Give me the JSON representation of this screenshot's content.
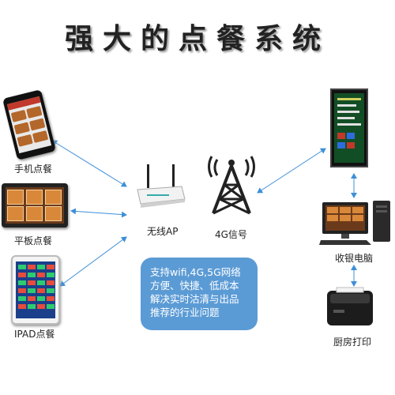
{
  "title": "强大的点餐系统",
  "labels": {
    "phone": "手机点餐",
    "tablet": "平板点餐",
    "ipad": "IPAD点餐",
    "router": "无线AP",
    "tower": "4G信号",
    "cashier": "收银电脑",
    "printer": "厨房打印"
  },
  "bubble": {
    "lines": [
      "支持wifi,4G,5G网络",
      "方便、快捷、低成本",
      "解决实时沽清与出品",
      "推荐的行业问题"
    ]
  },
  "colors": {
    "arrow": "#3d8fd8",
    "bubble": "#5b9bd5"
  }
}
